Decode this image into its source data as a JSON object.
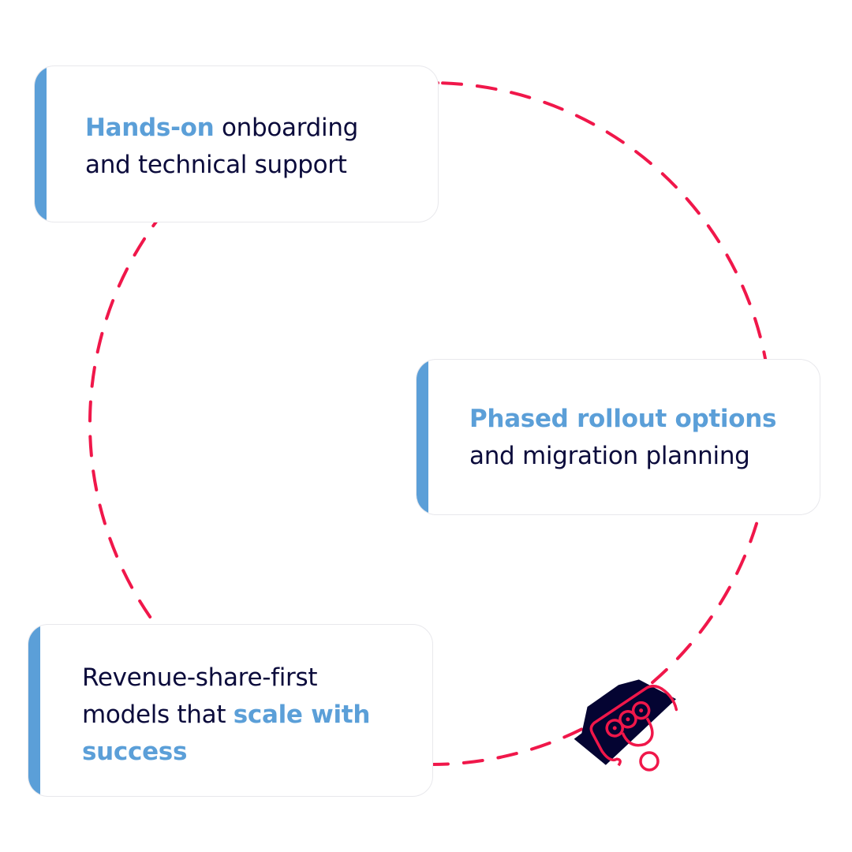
{
  "colors": {
    "accent_blue": "#5b9fd8",
    "text_navy": "#0b0b3b",
    "ring_red": "#f0174a",
    "badge_navy": "#040432"
  },
  "cards": [
    {
      "highlight": "Hands-on",
      "line1_rest": " onboarding",
      "line2": "and technical support"
    },
    {
      "highlight": "Phased rollout options",
      "line2": "and migration planning"
    },
    {
      "line1": "Revenue-share-first",
      "line2_plain": "models that ",
      "line2_highlight": "scale with",
      "line3_highlight": "success"
    }
  ],
  "icons": {
    "ring": "dashed-circle",
    "badge": "ticket-with-circles-icon"
  }
}
